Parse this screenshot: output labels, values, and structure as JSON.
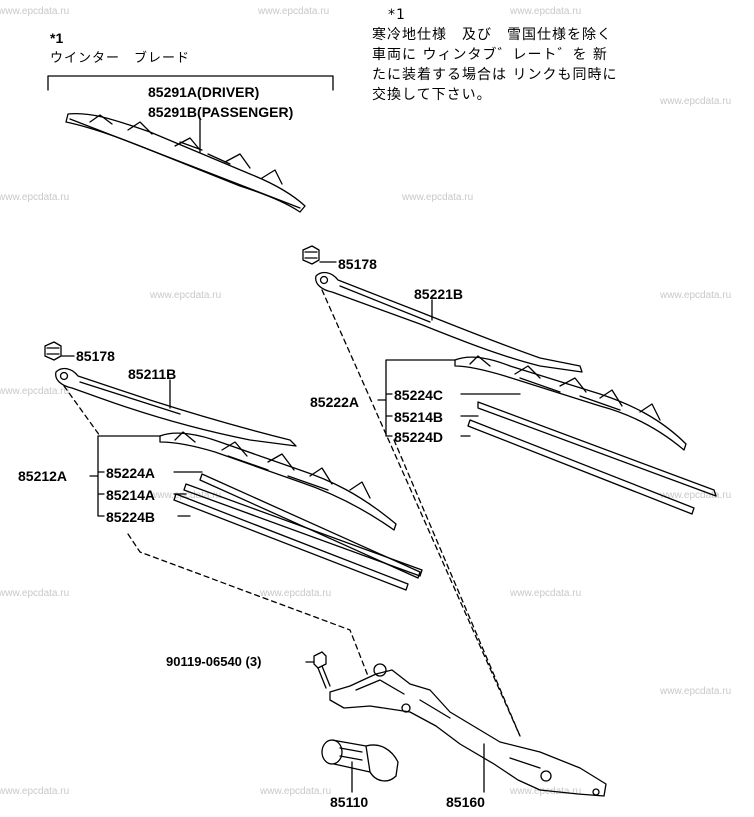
{
  "watermark": "www.epcdata.ru",
  "note": {
    "marker": "*1",
    "lines": [
      "寒冷地仕様　及び　雪国仕様を除く",
      "車両に ウィンタブ゛レート゛を 新",
      "たに装着する場合は リンクも同時に",
      "交換して下さい。"
    ]
  },
  "winter_blade": {
    "marker": "*1",
    "title": "ウインター　ブレード",
    "driver": "85291A(DRIVER)",
    "passenger": "85291B(PASSENGER)"
  },
  "labels": {
    "cap_right": "85178",
    "arm_right": "85221B",
    "blade_assy_right": "85222A",
    "blade_right_c": "85224C",
    "rubber_right": "85214B",
    "blade_right_d": "85224D",
    "cap_left": "85178",
    "arm_left": "85211B",
    "blade_assy_left": "85212A",
    "blade_left_a": "85224A",
    "rubber_left": "85214A",
    "blade_left_b": "85224B",
    "bolt": "90119-06540 (3)",
    "motor": "85110",
    "link": "85160"
  }
}
